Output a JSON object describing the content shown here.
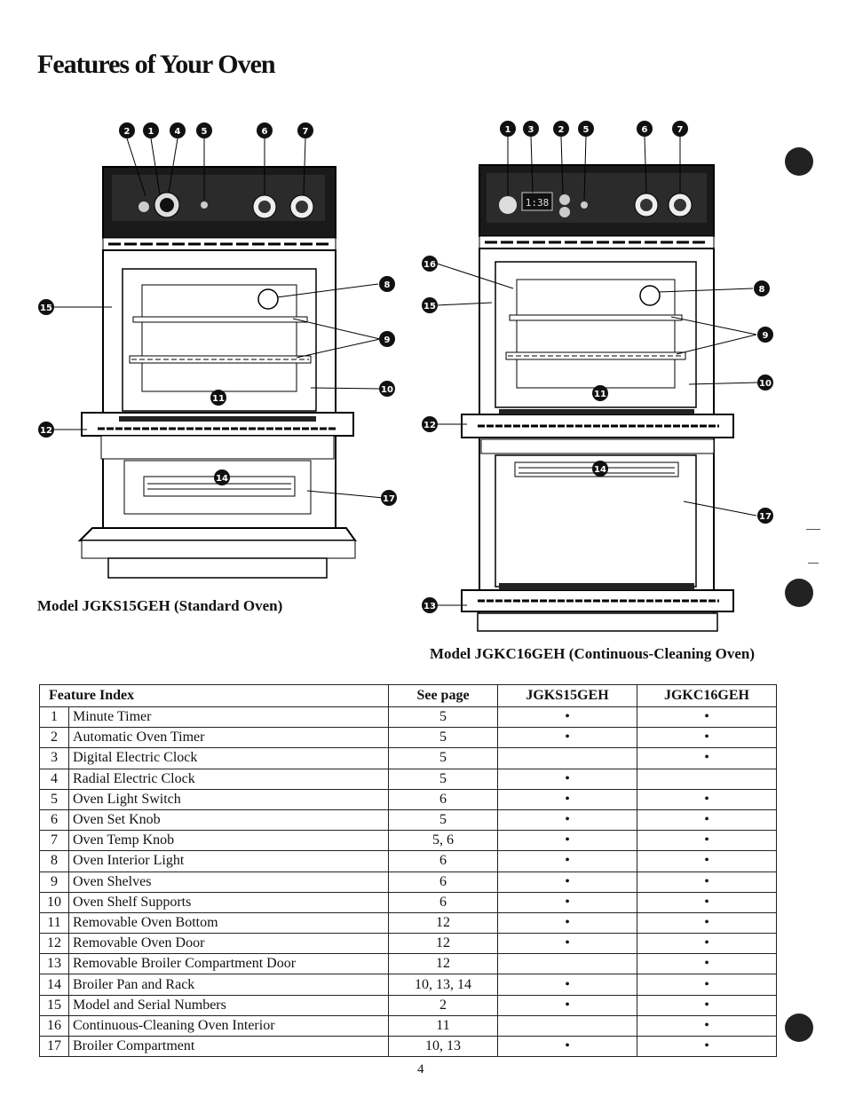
{
  "title": "Features of Your Oven",
  "captions": {
    "left": "Model JGKS15GEH (Standard Oven)",
    "right": "Model JGKC16GEH (Continuous-Cleaning Oven)"
  },
  "figure_left": {
    "callouts": [
      "2",
      "1",
      "4",
      "5",
      "6",
      "7",
      "15",
      "8",
      "9",
      "10",
      "11",
      "12",
      "14",
      "17"
    ],
    "clock_display": ""
  },
  "figure_right": {
    "callouts": [
      "1",
      "3",
      "2",
      "5",
      "6",
      "7",
      "16",
      "15",
      "8",
      "9",
      "10",
      "11",
      "12",
      "14",
      "17",
      "13"
    ],
    "clock_display": "1:38"
  },
  "table": {
    "headers": [
      "Feature Index",
      "See page",
      "JGKS15GEH",
      "JGKC16GEH"
    ],
    "rows": [
      {
        "num": "1",
        "name": "Minute Timer",
        "page": "5",
        "a": "•",
        "b": "•"
      },
      {
        "num": "2",
        "name": "Automatic Oven Timer",
        "page": "5",
        "a": "•",
        "b": "•"
      },
      {
        "num": "3",
        "name": "Digital Electric Clock",
        "page": "5",
        "a": "",
        "b": "•"
      },
      {
        "num": "4",
        "name": "Radial Electric Clock",
        "page": "5",
        "a": "•",
        "b": ""
      },
      {
        "num": "5",
        "name": "Oven Light Switch",
        "page": "6",
        "a": "•",
        "b": "•"
      },
      {
        "num": "6",
        "name": "Oven Set Knob",
        "page": "5",
        "a": "•",
        "b": "•"
      },
      {
        "num": "7",
        "name": "Oven Temp Knob",
        "page": "5, 6",
        "a": "•",
        "b": "•"
      },
      {
        "num": "8",
        "name": "Oven Interior Light",
        "page": "6",
        "a": "•",
        "b": "•"
      },
      {
        "num": "9",
        "name": "Oven Shelves",
        "page": "6",
        "a": "•",
        "b": "•"
      },
      {
        "num": "10",
        "name": "Oven Shelf Supports",
        "page": "6",
        "a": "•",
        "b": "•"
      },
      {
        "num": "11",
        "name": "Removable Oven Bottom",
        "page": "12",
        "a": "•",
        "b": "•"
      },
      {
        "num": "12",
        "name": "Removable Oven Door",
        "page": "12",
        "a": "•",
        "b": "•"
      },
      {
        "num": "13",
        "name": "Removable Broiler Compartment Door",
        "page": "12",
        "a": "",
        "b": "•"
      },
      {
        "num": "14",
        "name": "Broiler Pan and Rack",
        "page": "10, 13, 14",
        "a": "•",
        "b": "•"
      },
      {
        "num": "15",
        "name": "Model and Serial Numbers",
        "page": "2",
        "a": "•",
        "b": "•"
      },
      {
        "num": "16",
        "name": "Continuous-Cleaning Oven Interior",
        "page": "11",
        "a": "",
        "b": "•"
      },
      {
        "num": "17",
        "name": "Broiler Compartment",
        "page": "10, 13",
        "a": "•",
        "b": "•"
      }
    ]
  },
  "page_number": "4"
}
